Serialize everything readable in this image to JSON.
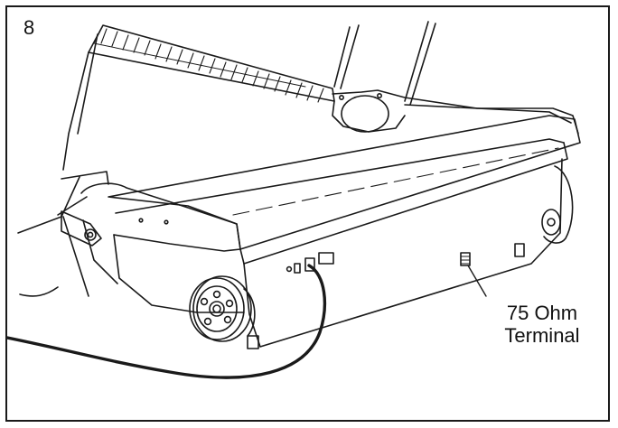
{
  "step_number": "8",
  "callout": {
    "line1": "75 Ohm",
    "line2": "Terminal"
  },
  "colors": {
    "line": "#1a1a1a",
    "background": "#ffffff"
  }
}
